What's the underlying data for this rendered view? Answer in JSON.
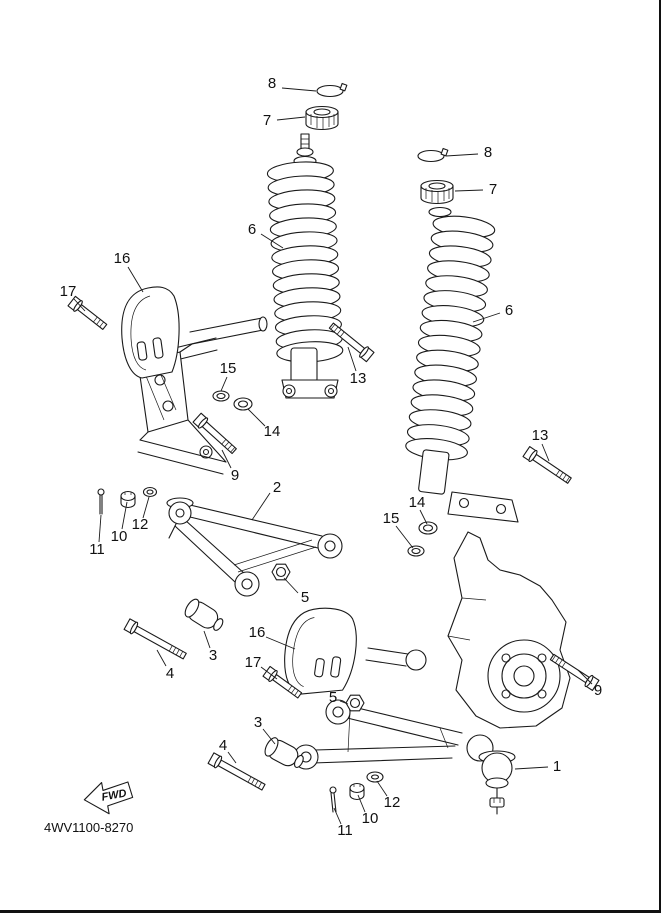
{
  "page": {
    "background": "#ffffff",
    "line_color": "#1a1a1a"
  },
  "diagram": {
    "code": "4WV1100-8270",
    "fwd_label": "FWD"
  },
  "callouts": [
    {
      "id": "ring-top-left",
      "text": "8"
    },
    {
      "id": "cap-top-left",
      "text": "7"
    },
    {
      "id": "shock-left",
      "text": "6"
    },
    {
      "id": "ring-top-right",
      "text": "8"
    },
    {
      "id": "cap-top-right",
      "text": "7"
    },
    {
      "id": "shock-right",
      "text": "6"
    },
    {
      "id": "guard-upper",
      "text": "16"
    },
    {
      "id": "bolt-guard-upper",
      "text": "17"
    },
    {
      "id": "bolt-shock-left",
      "text": "13"
    },
    {
      "id": "washer-left-a",
      "text": "15"
    },
    {
      "id": "washer-left-b",
      "text": "14"
    },
    {
      "id": "bolt-pivot-left",
      "text": "9"
    },
    {
      "id": "upper-arm",
      "text": "2"
    },
    {
      "id": "washer-small-left",
      "text": "12"
    },
    {
      "id": "castle-nut-left",
      "text": "10"
    },
    {
      "id": "cotter-pin-left",
      "text": "11"
    },
    {
      "id": "nut-upper-arm",
      "text": "5"
    },
    {
      "id": "bolt-shock-right",
      "text": "13"
    },
    {
      "id": "washer-right-a",
      "text": "14"
    },
    {
      "id": "washer-right-b",
      "text": "15"
    },
    {
      "id": "bushing-upper",
      "text": "3"
    },
    {
      "id": "bolt-bushing-upper",
      "text": "4"
    },
    {
      "id": "guard-lower",
      "text": "16"
    },
    {
      "id": "bolt-guard-lower",
      "text": "17"
    },
    {
      "id": "nut-lower-arm",
      "text": "5"
    },
    {
      "id": "bolt-pivot-right",
      "text": "9"
    },
    {
      "id": "ball-joint",
      "text": "1"
    },
    {
      "id": "bushing-lower",
      "text": "3"
    },
    {
      "id": "bolt-bushing-lower",
      "text": "4"
    },
    {
      "id": "washer-small-right",
      "text": "12"
    },
    {
      "id": "castle-nut-right",
      "text": "10"
    },
    {
      "id": "cotter-pin-right",
      "text": "11"
    }
  ]
}
